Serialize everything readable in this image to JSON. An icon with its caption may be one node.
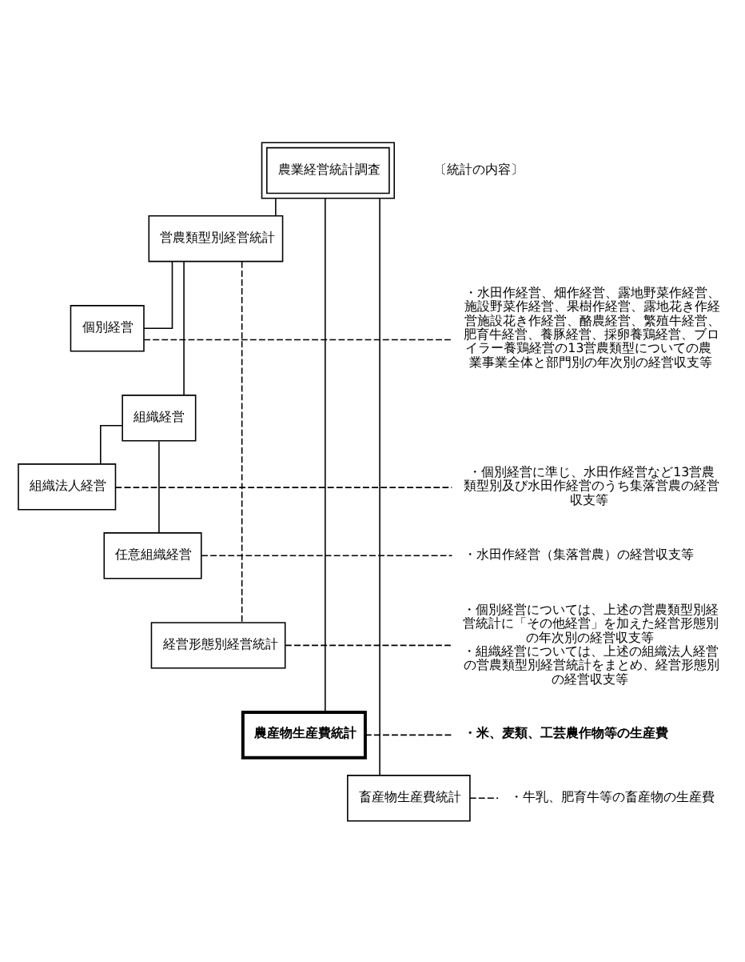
{
  "diagram": {
    "nodes": [
      {
        "text": [
          "農業経営統計調査"
        ]
      },
      {
        "text": [
          "営農類型別経営統計"
        ]
      },
      {
        "text": [
          "個別経営"
        ]
      },
      {
        "text": [
          "・水田作経営、畑作経営、露地野菜作経営、施設野菜作経営、果樹作経営、露地花き作経営施設花き作経営、酪農経営、繁殖牛経営、肥育牛経営、養豚経営、採卵養鶏経営、ブロイラー養鶏経営の13営農類型についての農業事業全体と部門別の年次別の経営収支等"
        ]
      },
      {
        "text": [
          "組織経営"
        ]
      },
      {
        "text": [
          "組織法人経営"
        ]
      },
      {
        "text": [
          "・個別経営に準じ、水田作経営など13営農類型別及び水田作経営のうち集落営農の経営収支等"
        ]
      },
      {
        "text": [
          "任意組織経営"
        ]
      },
      {
        "text": [
          "・水田作経営（集落営農）の経営収支等"
        ]
      },
      {
        "text": [
          "経営形態別経営統計"
        ]
      },
      {
        "text": [
          "・個別経営については、上述の営農類型別経営統計に「その他経営」を加えた経営形態別の年次別の経営収支等",
          "・組織経営については、上述の組織法人経営の営農類型別経営統計をまとめ、経営形態別の経営収支等"
        ]
      },
      {
        "text": [
          "農産物生産費統計"
        ]
      },
      {
        "text": [
          "・米、麦類、工芸農作物等の生産費"
        ]
      },
      {
        "text": [
          "畜産物生産費統計"
        ]
      },
      {
        "text": [
          "・牛乳、肥育牛等の畜産物の生産費"
        ]
      }
    ],
    "edges": [
      {
        "from": 0,
        "to": 1,
        "arrow": "none"
      },
      {
        "from": 1,
        "to": 2,
        "arrow": "none"
      },
      {
        "from": 2,
        "to": 3,
        "arrow": "none",
        "style": "dashed"
      },
      {
        "from": 1,
        "to": 4,
        "arrow": "none"
      },
      {
        "from": 4,
        "to": 5,
        "arrow": "none"
      },
      {
        "from": 5,
        "to": 6,
        "arrow": "none",
        "style": "dashed"
      },
      {
        "from": 4,
        "to": 7,
        "arrow": "none"
      },
      {
        "from": 7,
        "to": 8,
        "arrow": "none",
        "style": "dashed"
      },
      {
        "from": 1,
        "to": 9,
        "arrow": "none",
        "style": "dashed"
      },
      {
        "from": 9,
        "to": 10,
        "arrow": "none",
        "style": "dashed"
      },
      {
        "from": 0,
        "to": 11,
        "arrow": "none"
      },
      {
        "from": 11,
        "to": 12,
        "arrow": "none",
        "style": "dashed"
      },
      {
        "from": 0,
        "to": 13,
        "arrow": "none"
      },
      {
        "from": 13,
        "to": 14,
        "arrow": "none",
        "style": "dashed"
      }
    ],
    "labels": [
      "〔統計の内容〕"
    ]
  }
}
